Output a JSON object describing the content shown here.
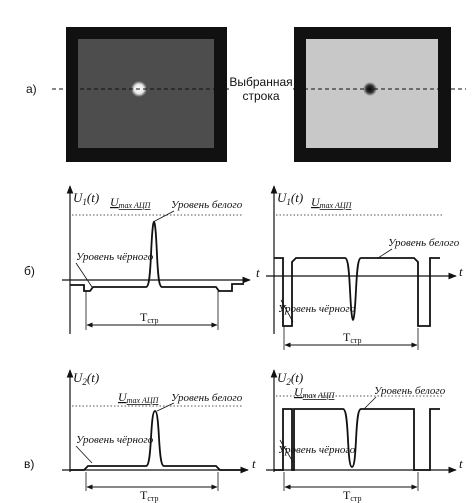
{
  "labels": {
    "row_a": "а)",
    "row_b": "б)",
    "row_c": "в)",
    "selected_line_1": "Выбранная",
    "selected_line_2": "строка"
  },
  "colors": {
    "frame": "#111111",
    "left_screen": "#4d4d4d",
    "right_screen": "#c8c8c8",
    "dot_left": "#f2f2f2",
    "dot_right": "#1a1a1a"
  },
  "graphs": [
    {
      "id": "b-left",
      "y_label": "U",
      "y_sub": "1",
      "y_arg": "(t)",
      "t_label": "t",
      "umax_main": "U",
      "umax_sub": "max АЦП",
      "white_label": "Уровень белого",
      "black_label": "Уровень чёрного",
      "period_main": "T",
      "period_sub": "стр"
    },
    {
      "id": "b-right",
      "y_label": "U",
      "y_sub": "1",
      "y_arg": "(t)",
      "t_label": "t",
      "umax_main": "U",
      "umax_sub": "max АЦП",
      "white_label": "Уровень белого",
      "black_label": "Уровень чёрного",
      "period_main": "T",
      "period_sub": "стр"
    },
    {
      "id": "c-left",
      "y_label": "U",
      "y_sub": "2",
      "y_arg": "(t)",
      "t_label": "t",
      "umax_main": "U",
      "umax_sub": "max АЦП",
      "white_label": "Уровень белого",
      "black_label": "Уровень чёрного",
      "period_main": "T",
      "period_sub": "стр"
    },
    {
      "id": "c-right",
      "y_label": "U",
      "y_sub": "2",
      "y_arg": "(t)",
      "t_label": "t",
      "umax_main": "U",
      "umax_sub": "max АЦП",
      "white_label": "Уровень белого",
      "black_label": "Уровень чёрного",
      "period_main": "T",
      "period_sub": "стр"
    }
  ]
}
